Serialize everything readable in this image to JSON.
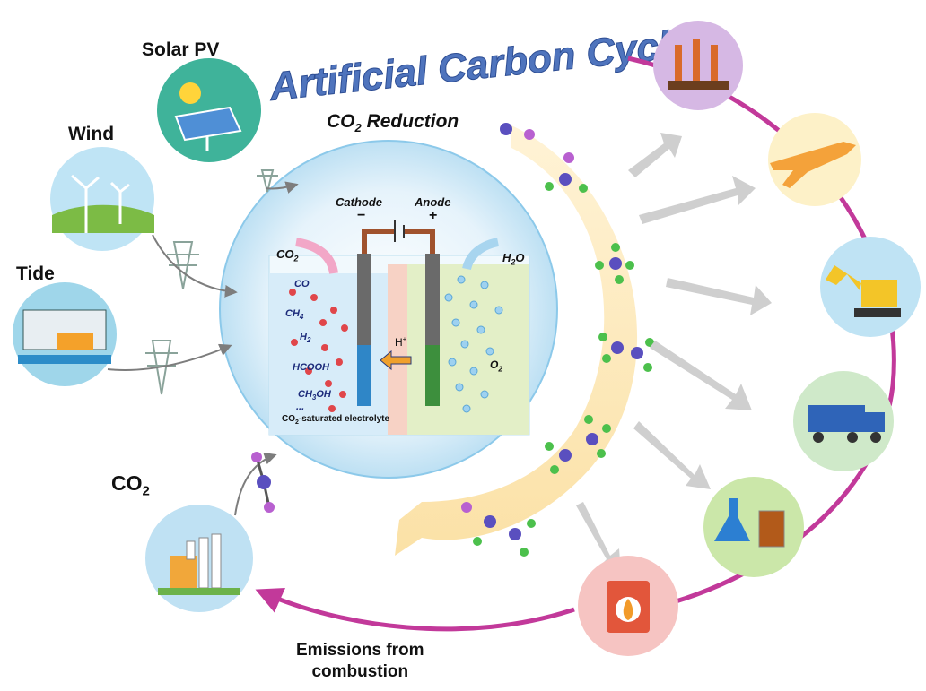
{
  "title": "Artificial Carbon Cycle",
  "sources": {
    "solar": "Solar PV",
    "wind": "Wind",
    "tide": "Tide"
  },
  "reduction": {
    "title_main": "CO",
    "title_sub": "2",
    "title_rest": " Reduction"
  },
  "cell": {
    "cathode": "Cathode",
    "anode": "Anode",
    "minus": "−",
    "plus": "+",
    "co2_main": "CO",
    "co2_sub": "2",
    "h2o_main": "H",
    "h2o_sub": "2",
    "h2o_rest": "O",
    "o2_main": "O",
    "o2_sub": "2",
    "proton_main": "H",
    "proton_sup": "+",
    "products": {
      "co": "CO",
      "ch4_main": "CH",
      "ch4_sub": "4",
      "h2_main": "H",
      "h2_sub": "2",
      "hcooh": "HCOOH",
      "ch3oh_a": "CH",
      "ch3oh_sub": "3",
      "ch3oh_b": "OH",
      "more": "..."
    },
    "electrolyte_main": "CO",
    "electrolyte_sub": "2",
    "electrolyte_rest": "-saturated electrolyte"
  },
  "co2_source": {
    "main": "CO",
    "sub": "2"
  },
  "emissions": {
    "line1": "Emissions from",
    "line2": "combustion"
  },
  "colors": {
    "title_blue": "#4f74bd",
    "cycle_magenta": "#c2399a",
    "band_yellow": "#fbe6b2",
    "cell_blue": "#cfe8f5",
    "product_red": "#e0464a",
    "molecule_purple": "#6a4fc4",
    "molecule_green": "#4cc04c"
  },
  "icons": [
    "solar-panel-icon",
    "wind-turbine-icon",
    "tide-dam-icon",
    "factory-icon",
    "crops-icon",
    "airplane-icon",
    "excavator-icon",
    "truck-icon",
    "lab-flask-icon",
    "fuel-can-icon"
  ]
}
